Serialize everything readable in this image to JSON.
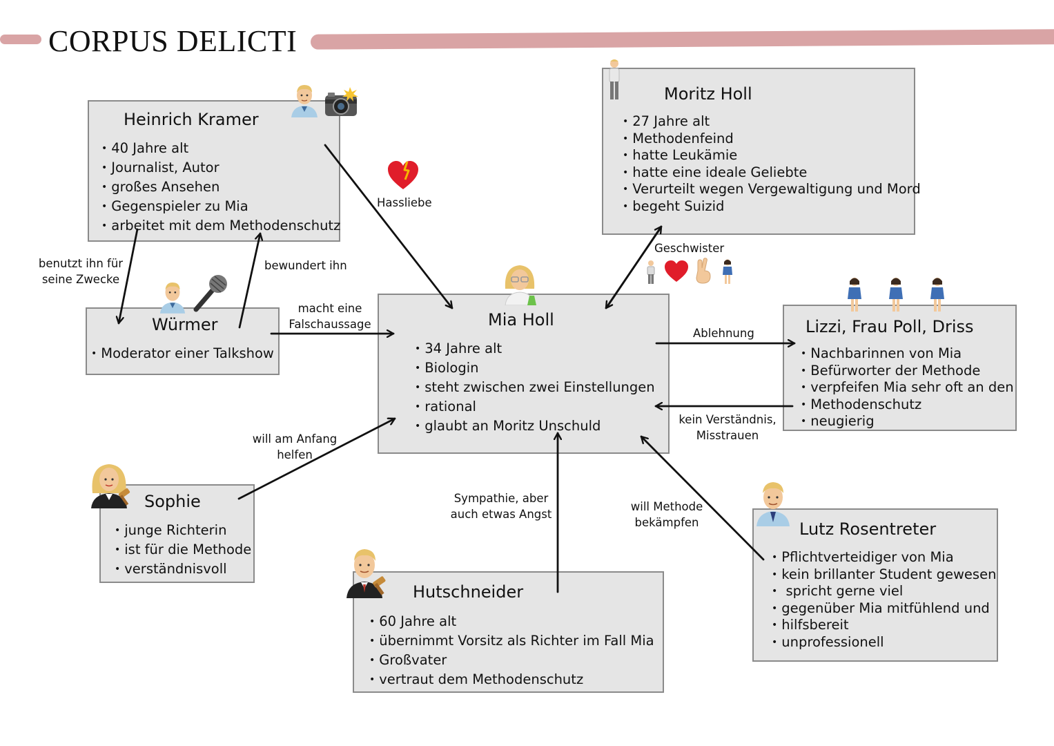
{
  "page_title": "CORPUS DELICTI",
  "colors": {
    "accent_bar": "#d9a4a5",
    "box_fill": "#e5e5e5",
    "box_border": "#8a8a8a"
  },
  "boxes": {
    "kramer": {
      "title": "Heinrich Kramer",
      "facts": [
        "40 Jahre alt",
        "Journalist, Autor",
        "großes Ansehen",
        "Gegenspieler zu Mia",
        "arbeitet mit dem Methodenschutz"
      ]
    },
    "moritz": {
      "title": "Moritz Holl",
      "facts": [
        "27 Jahre alt",
        "Methodenfeind",
        "hatte Leukämie",
        "hatte eine ideale Geliebte",
        "Verurteilt wegen Vergewaltigung und Mord",
        "begeht Suizid"
      ]
    },
    "wuermer": {
      "title": "Würmer",
      "facts": [
        "Moderator einer Talkshow"
      ]
    },
    "mia": {
      "title": "Mia Holl",
      "facts": [
        "34 Jahre alt",
        "Biologin",
        "steht zwischen zwei Einstellungen",
        "rational",
        "glaubt an Moritz Unschuld"
      ]
    },
    "lizzi": {
      "title": "Lizzi, Frau Poll, Driss",
      "facts": [
        "Nachbarinnen von Mia",
        "Befürworter der Methode",
        "verpfeifen Mia sehr oft an den",
        "neugierig"
      ],
      "wrap": "Methodenschutz"
    },
    "sophie": {
      "title": "Sophie",
      "facts": [
        "junge Richterin",
        "ist für die Methode",
        "verständnisvoll"
      ]
    },
    "hutschneider": {
      "title": "Hutschneider",
      "facts": [
        "60 Jahre alt",
        "übernimmt Vorsitz als Richter im Fall Mia",
        "Großvater",
        "vertraut dem Methodenschutz"
      ]
    },
    "lutz": {
      "title": "Lutz Rosentreter",
      "facts": [
        "Pflichtverteidiger von Mia",
        "kein brillanter Student gewesen",
        " spricht gerne viel",
        "gegenüber Mia mitfühlend und"
      ],
      "wrap": "hilfsbereit",
      "facts_after": [
        "unprofessionell"
      ]
    }
  },
  "relations": {
    "hassliebe": "Hassliebe",
    "geschwister": "Geschwister",
    "benutzt_1": "benutzt ihn für",
    "benutzt_2": "seine Zwecke",
    "bewundert": "bewundert ihn",
    "falsch_1": "macht eine",
    "falsch_2": "Falschaussage",
    "ablehnung": "Ablehnung",
    "verstaendnis_1": "kein Verständnis,",
    "verstaendnis_2": "Misstrauen",
    "anfang_1": "will am Anfang",
    "anfang_2": "helfen",
    "sympathie_1": "Sympathie, aber",
    "sympathie_2": "auch etwas Angst",
    "methode_1": "will Methode",
    "methode_2": "bekämpfen"
  },
  "icons": [
    "man-icon",
    "camera-flash-icon",
    "heart-icon",
    "standing-man-icon",
    "red-heart-icon",
    "fingers-crossed-icon",
    "standing-woman-icon",
    "microphone-icon",
    "scientist-woman-icon",
    "judge-woman-icon",
    "judge-man-icon",
    "office-worker-man-icon"
  ]
}
